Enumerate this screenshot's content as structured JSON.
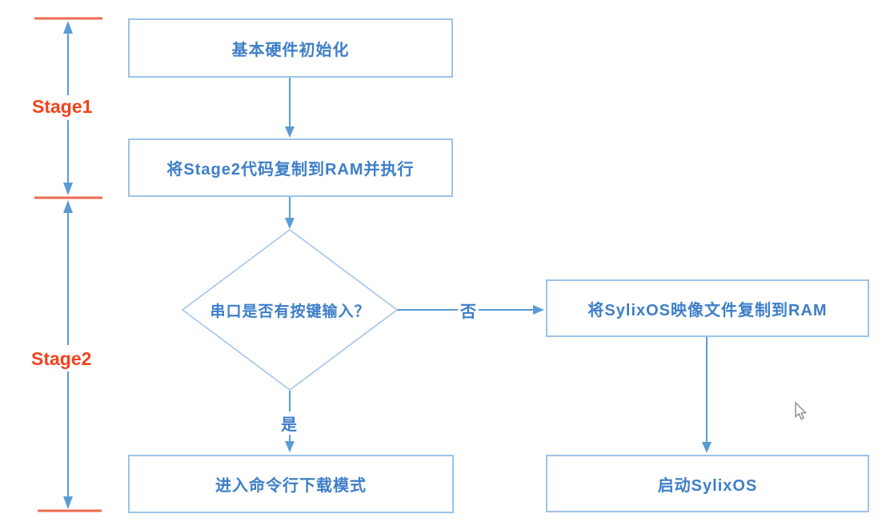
{
  "diagram": {
    "title_hint": "bootloader two-stage boot flowchart",
    "stages": [
      {
        "label": "Stage1"
      },
      {
        "label": "Stage2"
      }
    ],
    "nodes": {
      "hw_init": "基本硬件初始化",
      "copy_stage2": "将Stage2代码复制到RAM并执行",
      "serial_decision": "串口是否有按键输入？",
      "copy_image": "将SylixOS映像文件复制到RAM",
      "download_mode": "进入命令行下载模式",
      "boot_os": "启动SylixOS"
    },
    "edge_labels": {
      "no": "否",
      "yes": "是"
    },
    "colors": {
      "arrow_blue": "#5B9BD5",
      "box_border_blue": "#9CC3E6",
      "text_blue": "#3D7EC8",
      "stage_label_red": "#F2421D",
      "tick_red": "#EE6B51",
      "background": "#FFFFFF"
    },
    "icons": {
      "cursor": "mouse-pointer-icon"
    }
  }
}
